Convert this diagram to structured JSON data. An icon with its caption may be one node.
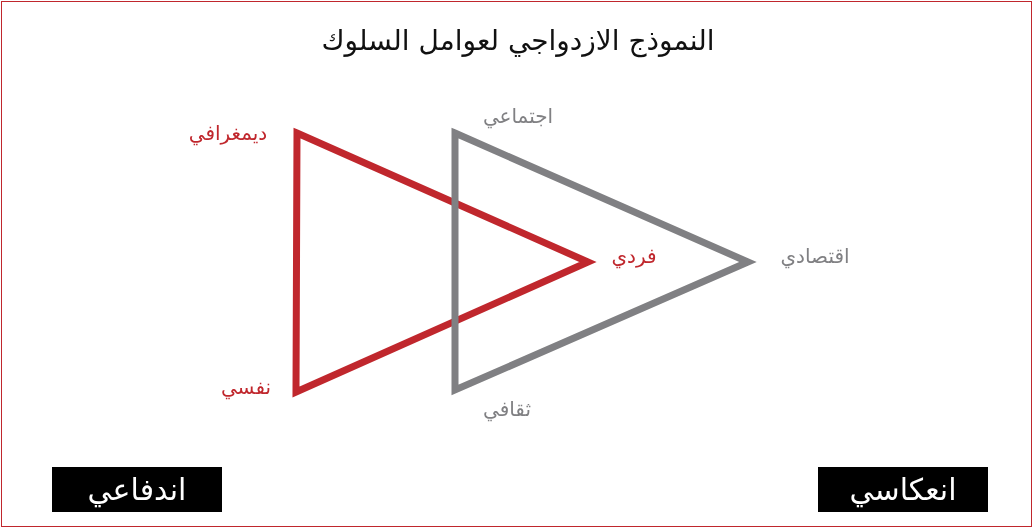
{
  "diagram": {
    "title": "النموذج الازدواجي لعوامل السلوك",
    "nodes": [
      {
        "text": [
          "اندفاعي"
        ]
      },
      {
        "text": [
          "انعكاسي"
        ]
      },
      {
        "text": [],
        "shape": "triangle"
      },
      {
        "text": [],
        "shape": "triangle"
      }
    ],
    "labels": [
      "ديمغرافي",
      "اجتماعي",
      "فردي",
      "اقتصادي",
      "نفسي",
      "ثقافي"
    ]
  }
}
